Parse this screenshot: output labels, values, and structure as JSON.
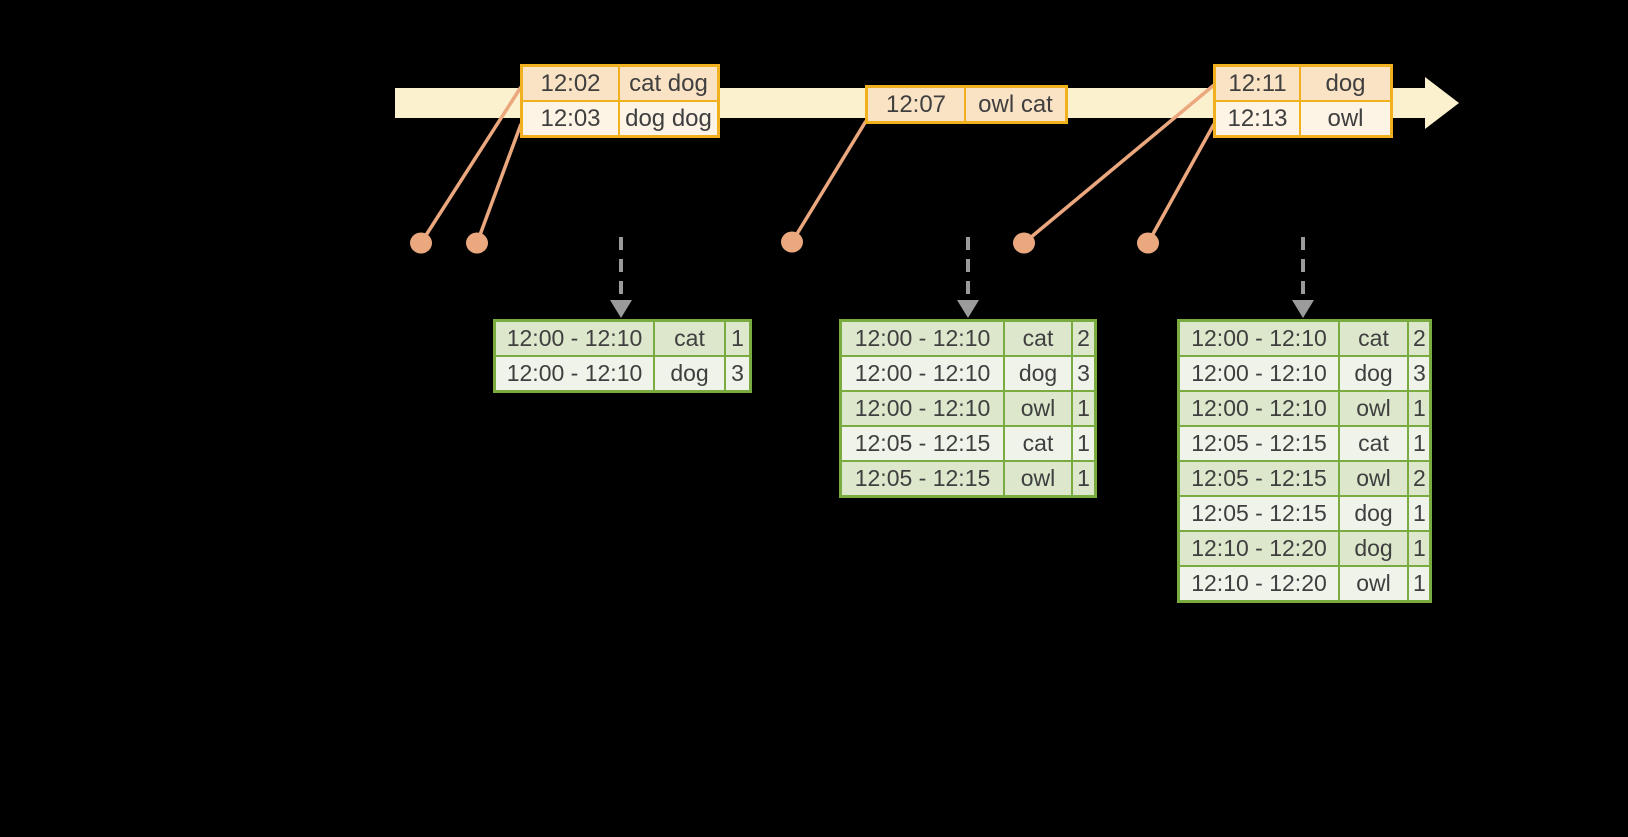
{
  "colors": {
    "background": "#000000",
    "timeline_band": "#FCF1CE",
    "event_border": "#F1B11F",
    "event_row_odd": "#FAE3C5",
    "event_row_even": "#FDF4E6",
    "result_border": "#79AB40",
    "result_row_odd": "#DCE7CC",
    "result_row_even": "#F0F3EA",
    "connector": "#EBA87E",
    "trigger": "#9B9B9B",
    "text": "#3F3F3F"
  },
  "input_tables": [
    {
      "name": "input-batch-1",
      "rows": [
        [
          "12:02",
          "cat dog"
        ],
        [
          "12:03",
          "dog dog"
        ]
      ]
    },
    {
      "name": "input-batch-2",
      "rows": [
        [
          "12:07",
          "owl cat"
        ]
      ]
    },
    {
      "name": "input-batch-3",
      "rows": [
        [
          "12:11",
          "dog"
        ],
        [
          "12:13",
          "owl"
        ]
      ]
    }
  ],
  "result_tables": [
    {
      "name": "windowed-counts-1",
      "rows": [
        [
          "12:00 - 12:10",
          "cat",
          "1"
        ],
        [
          "12:00 - 12:10",
          "dog",
          "3"
        ]
      ]
    },
    {
      "name": "windowed-counts-2",
      "rows": [
        [
          "12:00 - 12:10",
          "cat",
          "2"
        ],
        [
          "12:00 - 12:10",
          "dog",
          "3"
        ],
        [
          "12:00 - 12:10",
          "owl",
          "1"
        ],
        [
          "12:05 - 12:15",
          "cat",
          "1"
        ],
        [
          "12:05 - 12:15",
          "owl",
          "1"
        ]
      ]
    },
    {
      "name": "windowed-counts-3",
      "rows": [
        [
          "12:00 - 12:10",
          "cat",
          "2"
        ],
        [
          "12:00 - 12:10",
          "dog",
          "3"
        ],
        [
          "12:00 - 12:10",
          "owl",
          "1"
        ],
        [
          "12:05 - 12:15",
          "cat",
          "1"
        ],
        [
          "12:05 - 12:15",
          "owl",
          "2"
        ],
        [
          "12:05 - 12:15",
          "dog",
          "1"
        ],
        [
          "12:10 - 12:20",
          "dog",
          "1"
        ],
        [
          "12:10 - 12:20",
          "owl",
          "1"
        ]
      ]
    }
  ]
}
